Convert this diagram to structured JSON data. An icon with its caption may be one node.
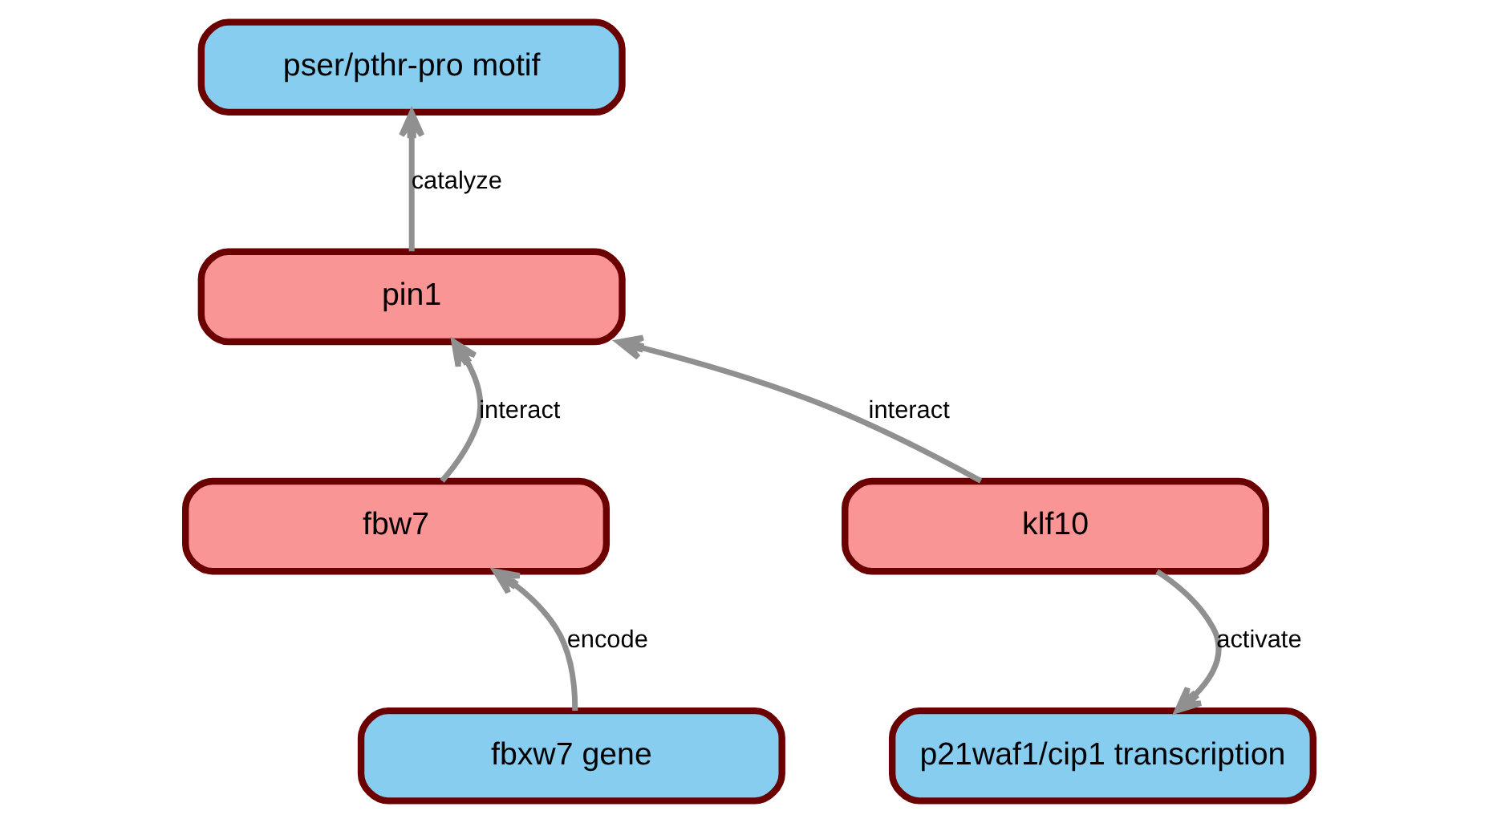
{
  "diagram": {
    "nodes": [
      {
        "text": [
          "pser/pthr-pro motif"
        ]
      },
      {
        "text": [
          "pin1"
        ]
      },
      {
        "text": [
          "fbw7"
        ]
      },
      {
        "text": [
          "klf10"
        ]
      },
      {
        "text": [
          "fbxw7 gene"
        ]
      },
      {
        "text": [
          "p21waf1/cip1 transcription"
        ]
      }
    ],
    "edges": [
      {
        "from": 1,
        "to": 0,
        "arrow": "to",
        "label": "catalyze"
      },
      {
        "from": 2,
        "to": 1,
        "arrow": "to",
        "label": "interact"
      },
      {
        "from": 3,
        "to": 1,
        "arrow": "to",
        "label": "interact"
      },
      {
        "from": 4,
        "to": 2,
        "arrow": "to",
        "label": "encode"
      },
      {
        "from": 3,
        "to": 5,
        "arrow": "to",
        "label": "activate"
      }
    ]
  }
}
